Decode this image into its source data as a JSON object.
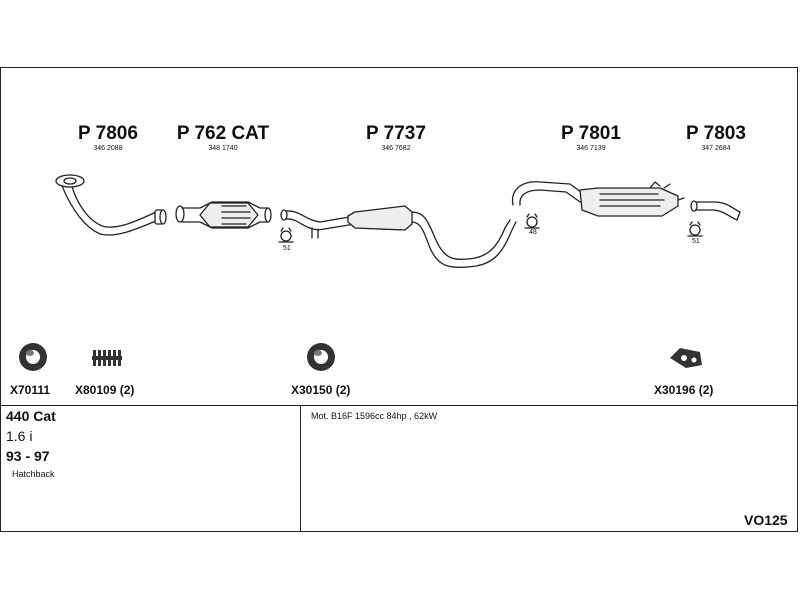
{
  "parts": [
    {
      "code": "P 7806",
      "number": "346 2088"
    },
    {
      "code": "P 762 CAT",
      "number": "348 1740"
    },
    {
      "code": "P 7737",
      "number": "346 7682"
    },
    {
      "code": "P 7801",
      "number": "346 7139"
    },
    {
      "code": "P 7803",
      "number": "347 2684"
    }
  ],
  "hangers": [
    "51",
    "48",
    "51"
  ],
  "accessories": [
    "X70111",
    "X80109 (2)",
    "X30150 (2)",
    "X30196 (2)"
  ],
  "vehicle": {
    "model": "440 Cat",
    "engine_size": "1.6 i",
    "years": "93 - 97",
    "body": "Hatchback",
    "engine_desc": "Mot. B16F 1596cc 84hp , 62kW",
    "ref": "VO125"
  }
}
